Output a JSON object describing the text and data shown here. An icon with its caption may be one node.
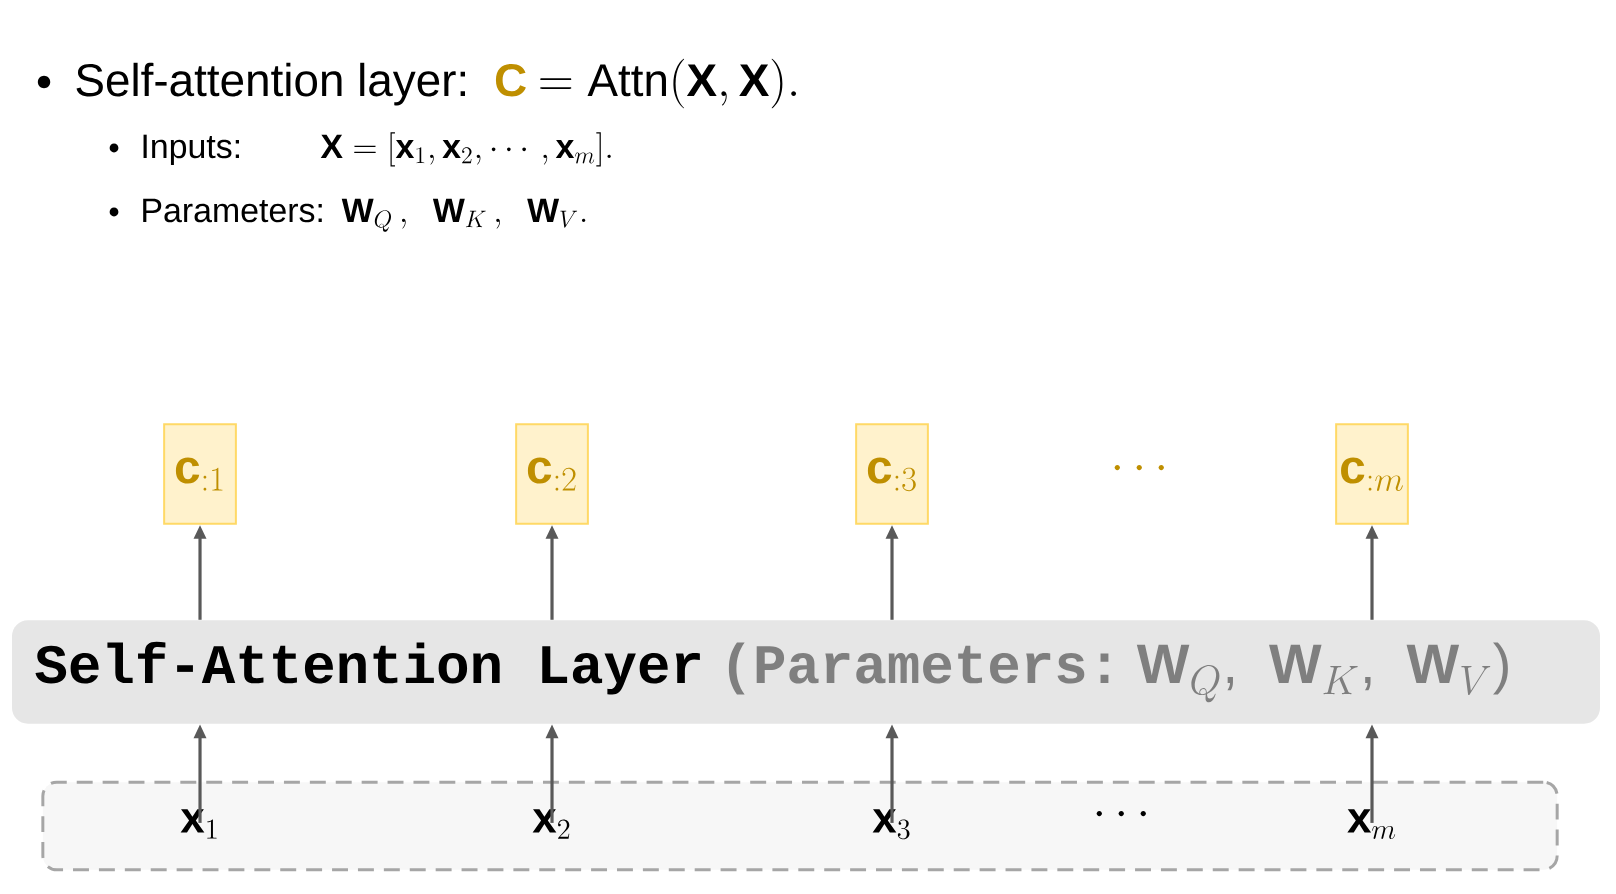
{
  "diagram": {
    "nodes": [
      {
        "text": [
          "\\mathbf{c}_{:1}"
        ]
      },
      {
        "text": [
          "\\mathbf{c}_{:2}"
        ]
      },
      {
        "text": [
          "\\mathbf{c}_{:3}"
        ]
      },
      {
        "text": [
          "\\mathbf{c}_{:m}"
        ]
      },
      {
        "text": [
          "Self-Attention Layer",
          "(Parameters:",
          "\\mathbf{W}_Q\\text{,}\\ \\ \\mathbf{W}_K\\text{,}\\ \\ \\mathbf{W}_V\\text{)}"
        ]
      },
      {
        "text": [],
        "shape": "box"
      },
      {
        "text": [
          "\\mathbf{x}_1"
        ],
        "in": 5
      },
      {
        "text": [
          "\\mathbf{x}_2"
        ],
        "in": 5
      },
      {
        "text": [
          "\\mathbf{x}_3"
        ],
        "in": 5
      },
      {
        "text": [
          "\\mathbf{x}_m"
        ],
        "in": 5
      }
    ],
    "edges": [
      {
        "from": 6,
        "to": 4,
        "arrow": "to"
      },
      {
        "from": 7,
        "to": 4,
        "arrow": "to"
      },
      {
        "from": 8,
        "to": 4,
        "arrow": "to"
      },
      {
        "from": 9,
        "to": 4,
        "arrow": "to"
      },
      {
        "from": 4,
        "to": 0,
        "arrow": "to"
      },
      {
        "from": 4,
        "to": 1,
        "arrow": "to"
      },
      {
        "from": 4,
        "to": 2,
        "arrow": "to"
      },
      {
        "from": 4,
        "to": 3,
        "arrow": "to"
      }
    ],
    "labels": [
      "Self-attention layer:",
      "\\mathbf{C}",
      "= \\mathrm{Attn}(\\mathbf{X},\\mathbf{X}).",
      "Inputs:",
      "\\mathbf{X} = [\\mathbf{x}_1,\\mathbf{x}_2,\\cdots,\\mathbf{x}_m].",
      "Parameters:",
      "\\mathbf{W}_Q\\,,\\ \\ \\mathbf{W}_K\\,,\\ \\ \\mathbf{W}_V.",
      "\\cdots",
      "\\cdots"
    ]
  }
}
